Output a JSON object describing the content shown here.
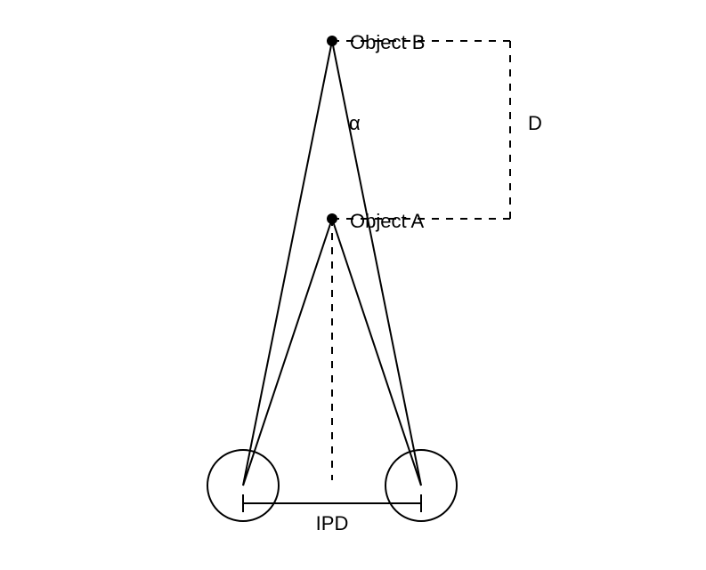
{
  "labels": {
    "object_b": "Object B",
    "object_a": "Object A",
    "alpha": "α",
    "distance": "D",
    "ipd": "IPD"
  }
}
